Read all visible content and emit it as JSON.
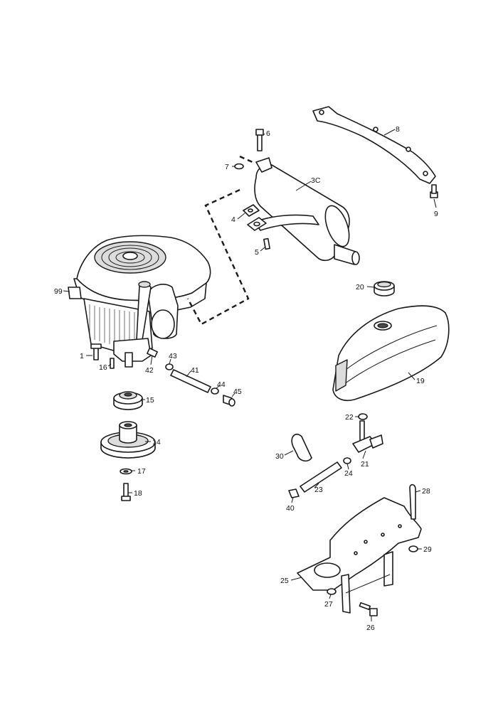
{
  "callouts": {
    "c1": "1",
    "c3c": "3C",
    "c4": "4",
    "c5": "5",
    "c6": "6",
    "c7": "7",
    "c8": "8",
    "c9": "9",
    "c14": "14",
    "c15": "15",
    "c16": "16",
    "c17": "17",
    "c18": "18",
    "c19": "19",
    "c20": "20",
    "c21": "21",
    "c22": "22",
    "c23": "23",
    "c24": "24",
    "c25": "25",
    "c26": "26",
    "c27": "27",
    "c28": "28",
    "c29": "29",
    "c30": "30",
    "c40": "40",
    "c41": "41",
    "c42": "42",
    "c43": "43",
    "c44": "44",
    "c45": "45",
    "c99": "99"
  }
}
